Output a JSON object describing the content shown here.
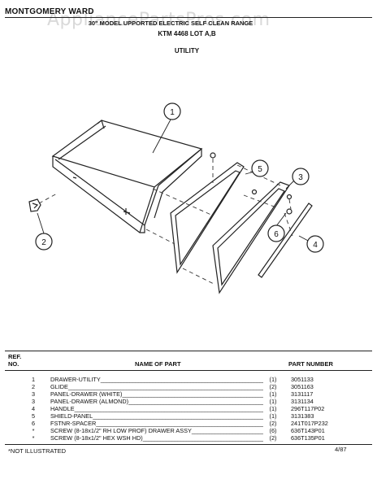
{
  "header": {
    "brand": "MONTGOMERY WARD",
    "model_line": "30\" MODEL UPPORTED ELECTRIC SELF CLEAN RANGE",
    "lot_line": "KTM 4468 LOT A,B",
    "section": "UTILITY",
    "watermark": "AppliancePartsPros.com"
  },
  "callouts": [
    "1",
    "2",
    "3",
    "4",
    "5",
    "6"
  ],
  "table": {
    "ref_header_line1": "REF.",
    "ref_header_line2": "NO.",
    "name_header": "NAME OF PART",
    "part_header": "PART NUMBER",
    "rows": [
      {
        "ref": "1",
        "name": "DRAWER-UTILITY",
        "qty": "(1)",
        "part": "3051133"
      },
      {
        "ref": "2",
        "name": "GLIDE",
        "qty": "(2)",
        "part": "3051163"
      },
      {
        "ref": "3",
        "name": "PANEL-DRAWER (WHITE)",
        "qty": "(1)",
        "part": "3131117"
      },
      {
        "ref": "3",
        "name": "PANEL-DRAWER (ALMOND)",
        "qty": "(1)",
        "part": "3131134"
      },
      {
        "ref": "4",
        "name": "HANDLE",
        "qty": "(1)",
        "part": "296T117P02"
      },
      {
        "ref": "5",
        "name": "SHIELD-PANEL",
        "qty": "(1)",
        "part": "3131383"
      },
      {
        "ref": "6",
        "name": "FSTNR-SPACER",
        "qty": "(2)",
        "part": "241T017P232"
      },
      {
        "ref": "*",
        "name": "SCREW (8-18x1/2\" RH LOW PROF) DRAWER ASSY",
        "qty": "(6)",
        "part": "636T143P01"
      },
      {
        "ref": "*",
        "name": "SCREW (8-18x1/2\" HEX WSH HD)",
        "qty": "(2)",
        "part": "636T135P01"
      }
    ]
  },
  "footer": {
    "note": "*NOT ILLUSTRATED",
    "date": "4/87"
  }
}
